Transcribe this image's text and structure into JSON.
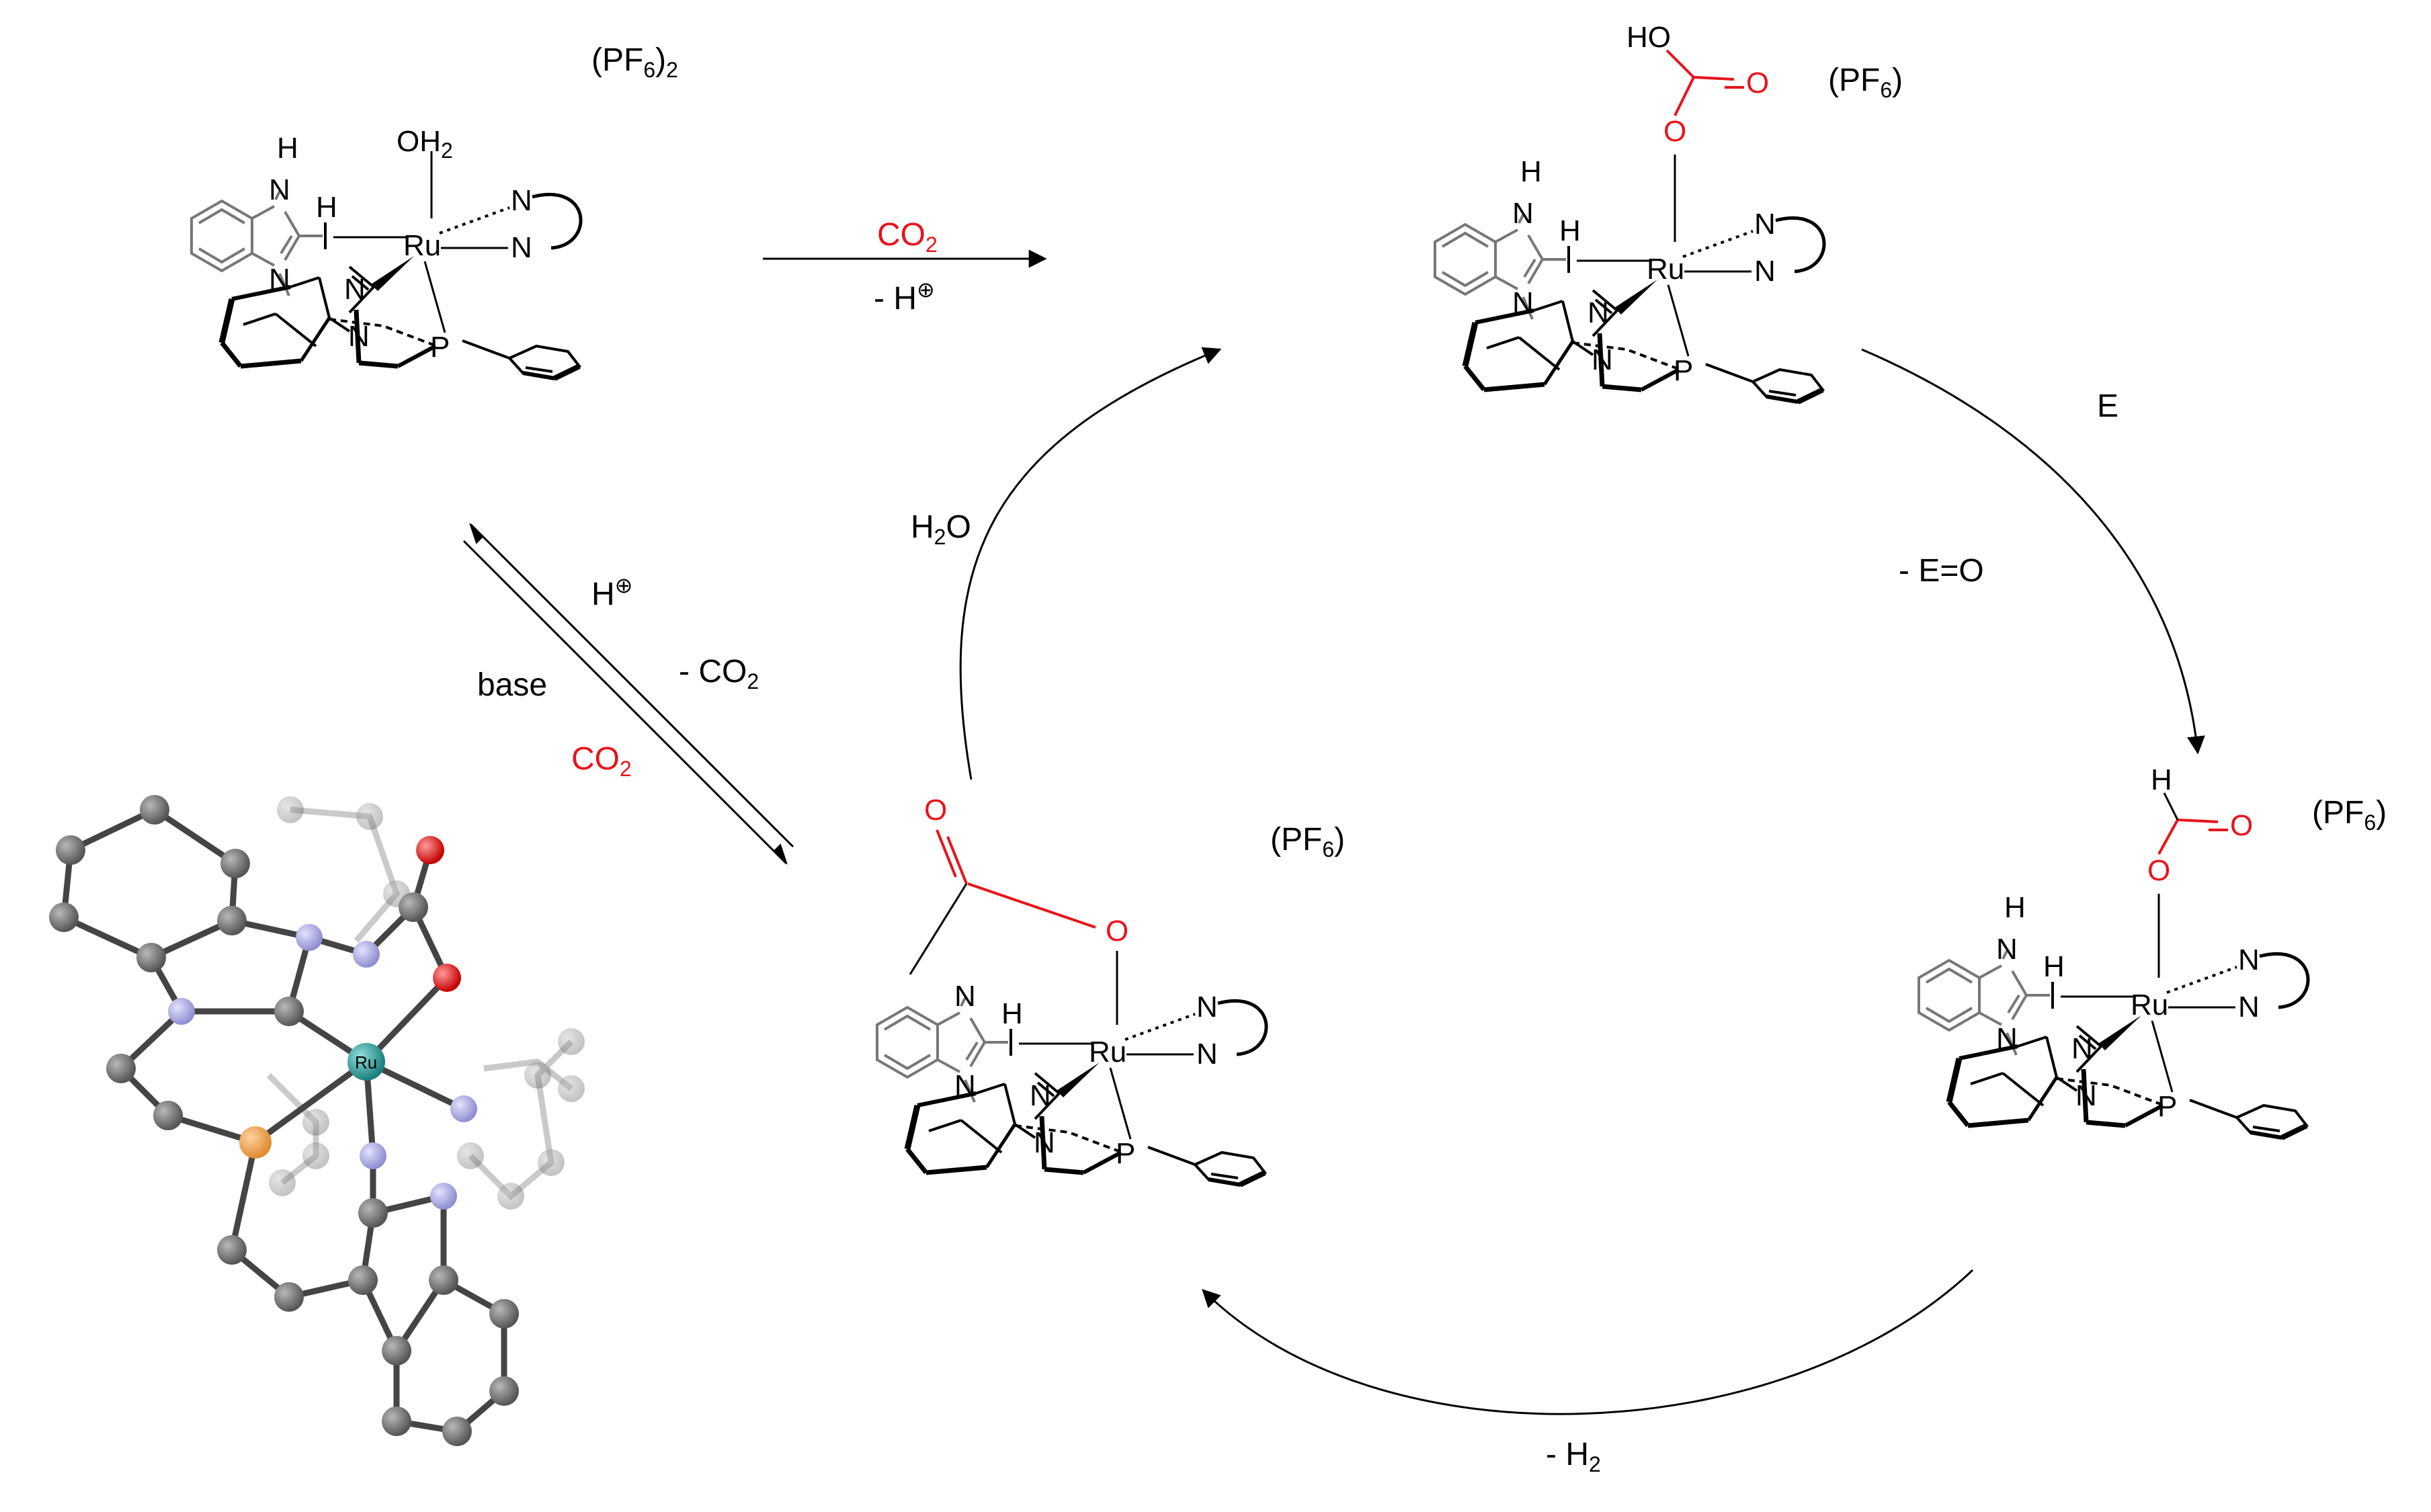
{
  "colors": {
    "black": "#000000",
    "red": "#e8141b",
    "gray": "#777777",
    "ru": "#2f9e9b",
    "n": "#a8a8e0",
    "p": "#f2a65a",
    "o": "#e31b1b",
    "c": "#7a7a7a"
  },
  "complexes": {
    "start": {
      "counterion": "(PF",
      "counterion_sub": "6",
      "counterion_end": ")",
      "counterion_charge": "2",
      "ligand": "OH",
      "ligand_sub": "2"
    },
    "bicarbonate": {
      "counterion": "(PF",
      "counterion_sub": "6",
      "counterion_end": ")",
      "ligand": "HO"
    },
    "formate": {
      "counterion": "(PF",
      "counterion_sub": "6",
      "counterion_end": ")"
    },
    "carboxylate": {
      "counterion": "(PF",
      "counterion_sub": "6",
      "counterion_end": ")"
    }
  },
  "atoms": {
    "ru": "Ru",
    "n": "N",
    "h": "H",
    "p": "P",
    "o": "O",
    "c": "C"
  },
  "arrows": {
    "top": {
      "reagent": "CO",
      "reagent_sub": "2",
      "product": "- H",
      "charge": "⊕"
    },
    "right_1": {
      "reagent": "E",
      "product": "- E=O"
    },
    "bottom": {
      "product": "- H",
      "product_sub": "2"
    },
    "left": {
      "reagent": "H",
      "reagent_sub": "2",
      "reagent_end": "O"
    },
    "equilibrium": {
      "forward_top": "H",
      "forward_charge": "⊕",
      "forward_bottom": "- CO",
      "forward_bottom_sub": "2",
      "reverse_top": "base",
      "reverse_bottom": "CO",
      "reverse_bottom_sub": "2"
    }
  },
  "crystal_structure": {
    "metal_label": "Ru"
  }
}
